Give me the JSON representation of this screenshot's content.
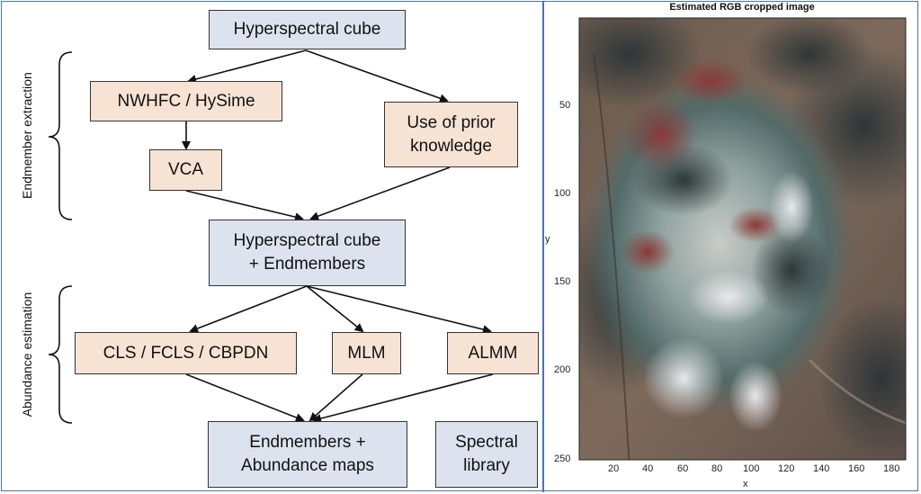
{
  "diagram": {
    "nodes": {
      "cube": "Hyperspectral cube",
      "nwhfc": "NWHFC / HySime",
      "prior": "Use of prior\nknowledge",
      "vca": "VCA",
      "cube_em": "Hyperspectral cube\n+ Endmembers",
      "cls": "CLS / FCLS / CBPDN",
      "mlm": "MLM",
      "almm": "ALMM",
      "outputs": "Endmembers +\nAbundance maps",
      "library": "Spectral\nlibrary"
    },
    "groups": {
      "extraction": "Endmember extraction",
      "estimation": "Abundance estimation"
    },
    "colors": {
      "input_box": "#dde3ee",
      "method_box": "#f7e3d4",
      "frame": "#4a73b5"
    }
  },
  "image_panel": {
    "title": "Estimated RGB cropped image",
    "xlabel": "x",
    "ylabel": "y",
    "x_ticks": [
      "20",
      "40",
      "60",
      "80",
      "100",
      "120",
      "140",
      "160",
      "180"
    ],
    "y_ticks": [
      "50",
      "100",
      "150",
      "200",
      "250"
    ]
  }
}
